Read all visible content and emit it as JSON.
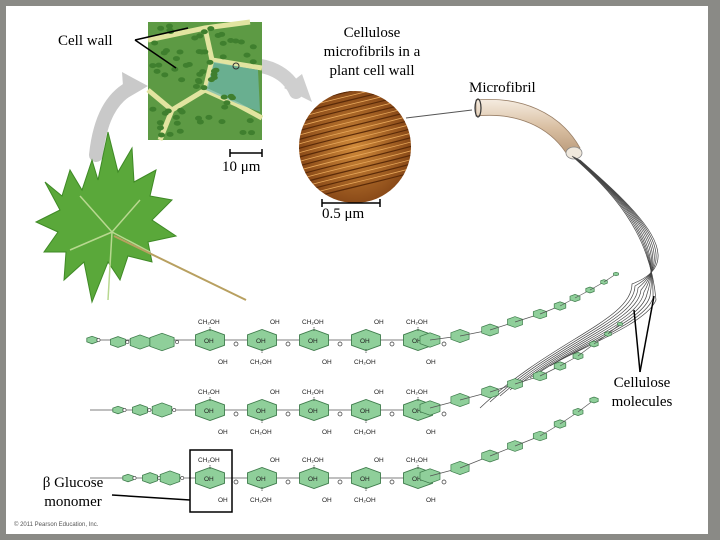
{
  "labels": {
    "cell_wall": "Cell wall",
    "microfibrils_line1": "Cellulose",
    "microfibrils_line2": "microfibrils in a",
    "microfibrils_line3": "plant cell wall",
    "microfibril": "Microfibril",
    "scale_10um": "10 μm",
    "scale_05um": "0.5 μm",
    "cellulose_molecules_line1": "Cellulose",
    "cellulose_molecules_line2": "molecules",
    "beta_glucose_line1": "β Glucose",
    "beta_glucose_line2": "monomer"
  },
  "chem_labels": {
    "ch2oh": "CH₂OH",
    "oh": "OH"
  },
  "copyright": "© 2011 Pearson Education, Inc.",
  "colors": {
    "background": "#8a8a86",
    "glucose_fill": "#8fcf9a",
    "glucose_stroke": "#3f7c4c",
    "leaf": "#5aa83a",
    "cell_green": "#6aa84a",
    "arrow_gray": "#c8c8c8",
    "fibril_tan": "#e8d6c0"
  }
}
